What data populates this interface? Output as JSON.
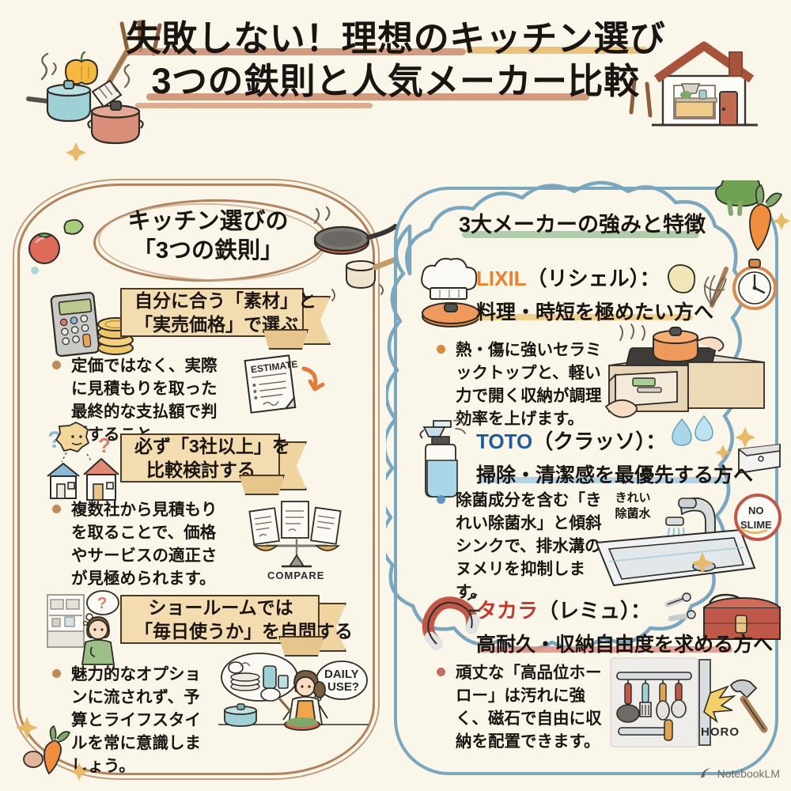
{
  "title": {
    "line1": "失敗しない！理想のキッチン選び",
    "line2": "3つの鉄則と人気メーカー比較",
    "underline1_color": "#C98A6B",
    "underline2_color": "#E8B968",
    "underline3_color": "#C98A6B"
  },
  "left_panel": {
    "heading_line1": "キッチン選びの",
    "heading_line2": "「3つの鉄則」",
    "border_color": "#B0825E",
    "rules": [
      {
        "banner_line1": "自分に合う「素材」と",
        "banner_line2": "「実売価格」で選ぶ",
        "bullet": "定価ではなく、実際に見積もりを取った最終的な支払額で判断すること。",
        "bullet_color": "#C08A5A",
        "icon_caption": "ESTIMATE"
      },
      {
        "banner_line1": "必ず「3社以上」を",
        "banner_line2": "比較検討する",
        "bullet": "複数社から見積もりを取ることで、価格やサービスの適正さが見極められます。",
        "bullet_color": "#C08A5A",
        "icon_caption": "COMPARE"
      },
      {
        "banner_line1": "ショールームでは",
        "banner_line2": "「毎日使うか」を自問する",
        "bullet": "魅力的なオプションに流されず、予算とライフスタイルを常に意識しましょう。",
        "bullet_color": "#C08A5A",
        "icon_caption": "DAILY USE?"
      }
    ]
  },
  "right_panel": {
    "heading": "3大メーカーの強みと特徴",
    "heading_underline_color": "#A9C8A4",
    "border_color": "#7AA6BE",
    "makers": [
      {
        "name": "LIXIL",
        "name_color": "#E8822E",
        "alias": "（リシェル）：",
        "tagline": "料理・時短を極めたい方へ",
        "tagline_underline_color": "#EFC97E",
        "bullet": "熱・傷に強いセラミックトップと、軽い力で開く収納が調理効率を上げます。",
        "bullet_color": "#D8893C"
      },
      {
        "name": "TOTO",
        "name_color": "#1F5C99",
        "alias": "（クラッソ）：",
        "tagline": "掃除・清潔感を最優先する方へ",
        "tagline_underline_color": "#A8CBE0",
        "bullet": "除菌成分を含む「きれい除菌水」と傾斜シンクで、排水溝のヌメリを抑制します。",
        "bullet_color": "#5E95BD",
        "icon_caption_jp_line1": "きれい",
        "icon_caption_jp_line2": "除菌水",
        "icon_badge_line1": "NO",
        "icon_badge_line2": "SLIME"
      },
      {
        "name": "タカラ",
        "name_color": "#C0392B",
        "alias": "（レミュ）：",
        "tagline": "高耐久・収納自由度を求める方へ",
        "tagline_underline_color": "#DD8F83",
        "bullet": "頑丈な「高品位ホーロー」は汚れに強く、磁石で自由に収納を配置できます。",
        "bullet_color": "#C86A5E",
        "icon_caption": "HORO"
      }
    ]
  },
  "watermark": {
    "label": "NotebookLM",
    "icon": "notebooklm-logo-icon"
  },
  "background_color": "#FAF6EA",
  "decorations": {
    "top_left": [
      "bell-pepper-icon",
      "spatula-icon",
      "teal-saucepan-icon",
      "red-pot-icon",
      "sparkle-icon",
      "steam-icon"
    ],
    "top_right": [
      "house-kitchen-icon"
    ],
    "left_column": [
      "tomato-icon",
      "green-leaf-icon",
      "frying-pan-icon",
      "small-saucepan-icon",
      "calculator-icon",
      "coin-stack-icon",
      "estimate-document-icon",
      "question-mark-icon",
      "thinking-face-icon",
      "blue-house-icon",
      "red-house-icon",
      "balance-scale-icon",
      "showroom-person-icon",
      "cooking-woman-icon",
      "dishes-thought-icon",
      "carrot-icon"
    ],
    "right_column": [
      "broccoli-icon",
      "carrot-icon",
      "chef-hat-icon",
      "pan-lid-icon",
      "whisk-icon",
      "stopwatch-icon",
      "garlic-icon",
      "induction-cooktop-icon",
      "drawer-icon",
      "spray-bottle-icon",
      "water-drop-icon",
      "sparkle-icon",
      "sink-basin-icon",
      "faucet-sink-icon",
      "no-slime-badge-icon",
      "magnet-icon",
      "toolbox-icon",
      "screw-icon",
      "hammer-icon",
      "utensil-rail-icon"
    ]
  }
}
